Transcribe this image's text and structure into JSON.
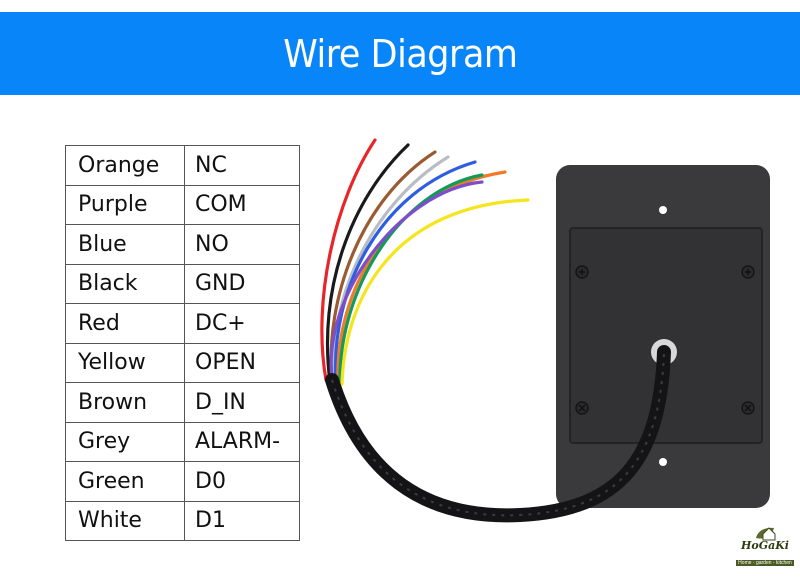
{
  "header": {
    "title": "Wire Diagram",
    "background_color": "#0886f9"
  },
  "wire_table": {
    "rows": [
      {
        "color": "Orange",
        "function": "NC",
        "hex": "#f07a2a"
      },
      {
        "color": "Purple",
        "function": "COM",
        "hex": "#7b4fc9"
      },
      {
        "color": "Blue",
        "function": "NO",
        "hex": "#2d5ee0"
      },
      {
        "color": "Black",
        "function": "GND",
        "hex": "#1a1a1a"
      },
      {
        "color": "Red",
        "function": "DC+",
        "hex": "#e8262a"
      },
      {
        "color": "Yellow",
        "function": "OPEN",
        "hex": "#f4e51c"
      },
      {
        "color": "Brown",
        "function": "D_IN",
        "hex": "#9a5a32"
      },
      {
        "color": "Grey",
        "function": "ALARM-",
        "hex": "#b8bcc4"
      },
      {
        "color": "Green",
        "function": "D0",
        "hex": "#139a5a"
      },
      {
        "color": "White",
        "function": "D1",
        "hex": "#ffffff"
      }
    ]
  },
  "device": {
    "description": "black card reader back plate with cable",
    "body_color": "#3a3a3c"
  },
  "logo": {
    "name": "HoGaKi",
    "tagline": "Home - garden - kitchen"
  }
}
